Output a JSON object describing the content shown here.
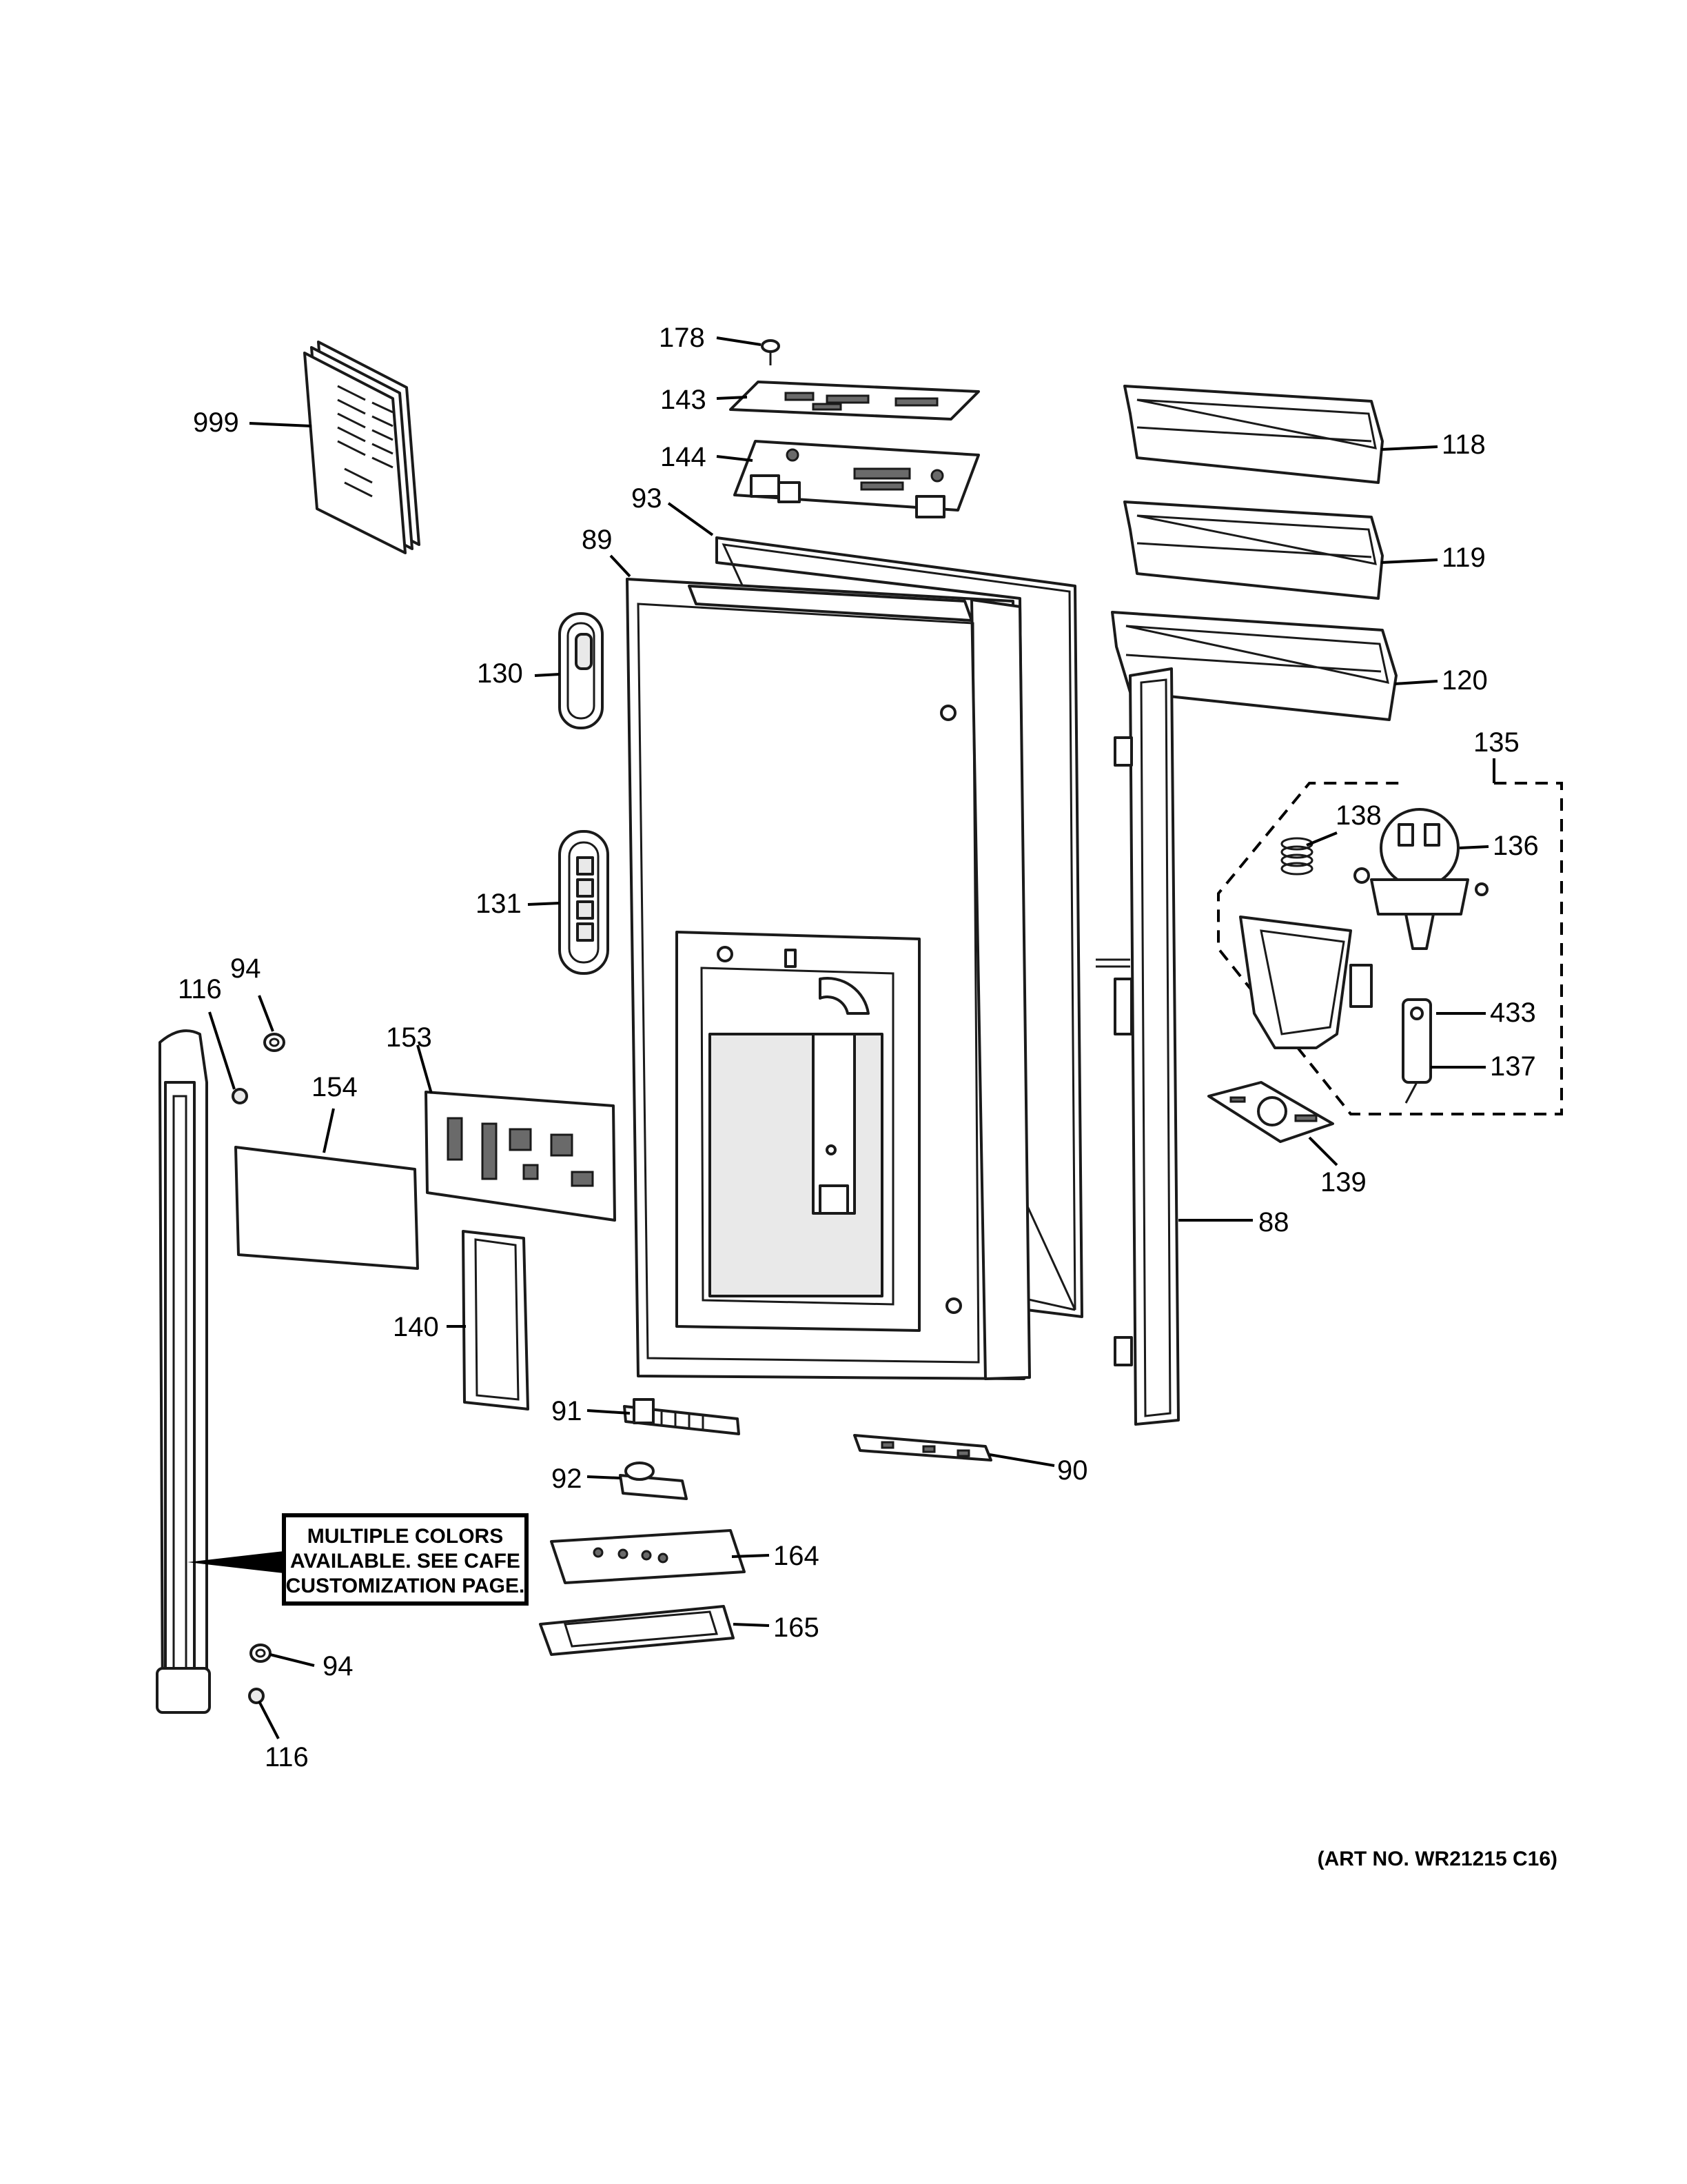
{
  "callouts": [
    {
      "id": "178",
      "label": "178"
    },
    {
      "id": "143",
      "label": "143"
    },
    {
      "id": "144",
      "label": "144"
    },
    {
      "id": "999",
      "label": "999"
    },
    {
      "id": "93",
      "label": "93"
    },
    {
      "id": "89",
      "label": "89"
    },
    {
      "id": "118",
      "label": "118"
    },
    {
      "id": "119",
      "label": "119"
    },
    {
      "id": "120",
      "label": "120"
    },
    {
      "id": "130",
      "label": "130"
    },
    {
      "id": "135",
      "label": "135"
    },
    {
      "id": "138",
      "label": "138"
    },
    {
      "id": "136",
      "label": "136"
    },
    {
      "id": "131",
      "label": "131"
    },
    {
      "id": "433",
      "label": "433"
    },
    {
      "id": "137",
      "label": "137"
    },
    {
      "id": "94a",
      "label": "94"
    },
    {
      "id": "116a",
      "label": "116"
    },
    {
      "id": "153",
      "label": "153"
    },
    {
      "id": "154",
      "label": "154"
    },
    {
      "id": "139",
      "label": "139"
    },
    {
      "id": "88",
      "label": "88"
    },
    {
      "id": "140",
      "label": "140"
    },
    {
      "id": "91",
      "label": "91"
    },
    {
      "id": "90",
      "label": "90"
    },
    {
      "id": "92",
      "label": "92"
    },
    {
      "id": "164",
      "label": "164"
    },
    {
      "id": "165",
      "label": "165"
    },
    {
      "id": "94b",
      "label": "94"
    },
    {
      "id": "116b",
      "label": "116"
    }
  ],
  "note": {
    "line1": "MULTIPLE COLORS",
    "line2": "AVAILABLE. SEE CAFE",
    "line3": "CUSTOMIZATION PAGE."
  },
  "art_number": "(ART NO. WR21215 C16)"
}
